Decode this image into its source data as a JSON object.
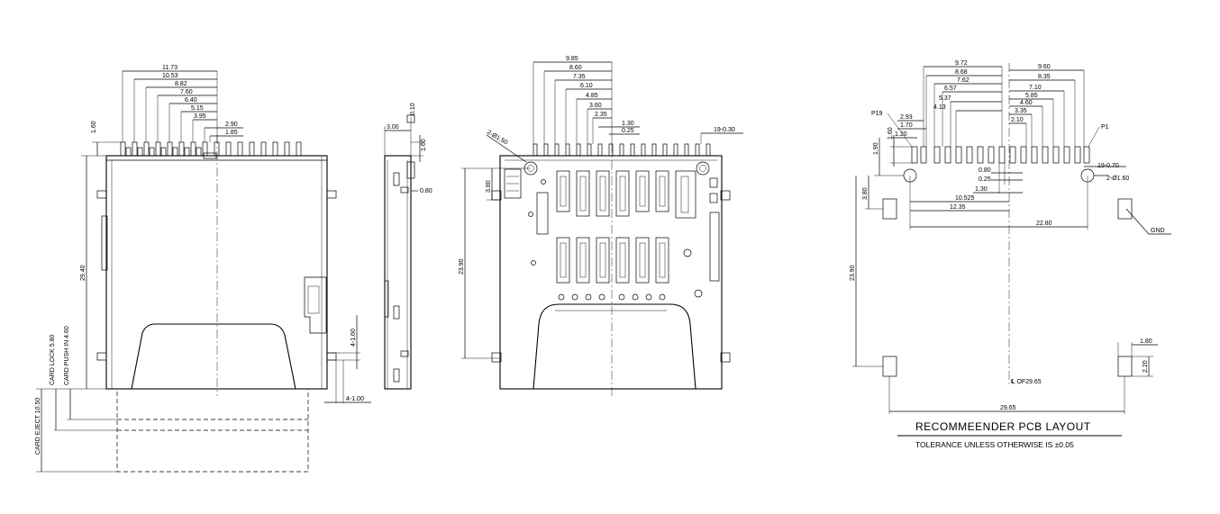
{
  "front_view": {
    "pitch_dims": [
      "11.73",
      "10.53",
      "8.82",
      "7.60",
      "6.40",
      "5.15",
      "3.95",
      "2.90",
      "1.85"
    ],
    "height_1_60": "1.60",
    "height_29_40": "29.40",
    "card_eject": "CARD EJECT 10.50",
    "card_lock": "CARD LOCK 5.80",
    "card_push": "CARD PUSH IN 4.60",
    "dim_4_160": "4-1.60",
    "dim_4_100": "4-1.00"
  },
  "side_view": {
    "dim_3_00": "3.00",
    "dim_0_10": "0.10",
    "dim_1_60": "1.60",
    "dim_0_80": "0.80"
  },
  "bottom_view": {
    "pitch_dims": [
      "9.85",
      "8.60",
      "7.35",
      "6.10",
      "4.85",
      "3.60",
      "2.35"
    ],
    "dim_1_30": "1.30",
    "dim_0_25": "0.25",
    "dim_19_030": "19-0.30",
    "dim_hole": "2-Ø1.50",
    "dim_3_80": "3.80",
    "dim_23_90": "23.90"
  },
  "pcb_layout": {
    "left_dims": [
      "9.72",
      "8.68",
      "7.62",
      "6.57",
      "5.37",
      "4.13"
    ],
    "right_dims": [
      "9.60",
      "8.35",
      "7.10",
      "5.85",
      "4.60",
      "3.35",
      "2.10"
    ],
    "p19": "P19",
    "p1": "P1",
    "dim_2_93": "2.93",
    "dim_1_70": "1.70",
    "dim_1_20": "1.20",
    "dim_1_60": "1.60",
    "dim_1_90": "1.90",
    "dim_0_80": "0.80",
    "dim_0_25": "0.25",
    "dim_1_30": "1.30",
    "dim_10_525": "10.525",
    "dim_12_35": "12.35",
    "dim_22_80": "22.80",
    "dim_19_070": "19-0.70",
    "dim_hole": "2-Ø1.60",
    "dim_3_80": "3.80",
    "dim_23_90": "23.90",
    "gnd": "GND",
    "dim_1_80": "1.80",
    "dim_2_20": "2.20",
    "center_note": "℄ OF29.65",
    "dim_29_65": "29.65",
    "title": "RECOMMEENDER PCB LAYOUT",
    "tolerance": "TOLERANCE UNLESS OTHERWISE IS ±0.05"
  }
}
